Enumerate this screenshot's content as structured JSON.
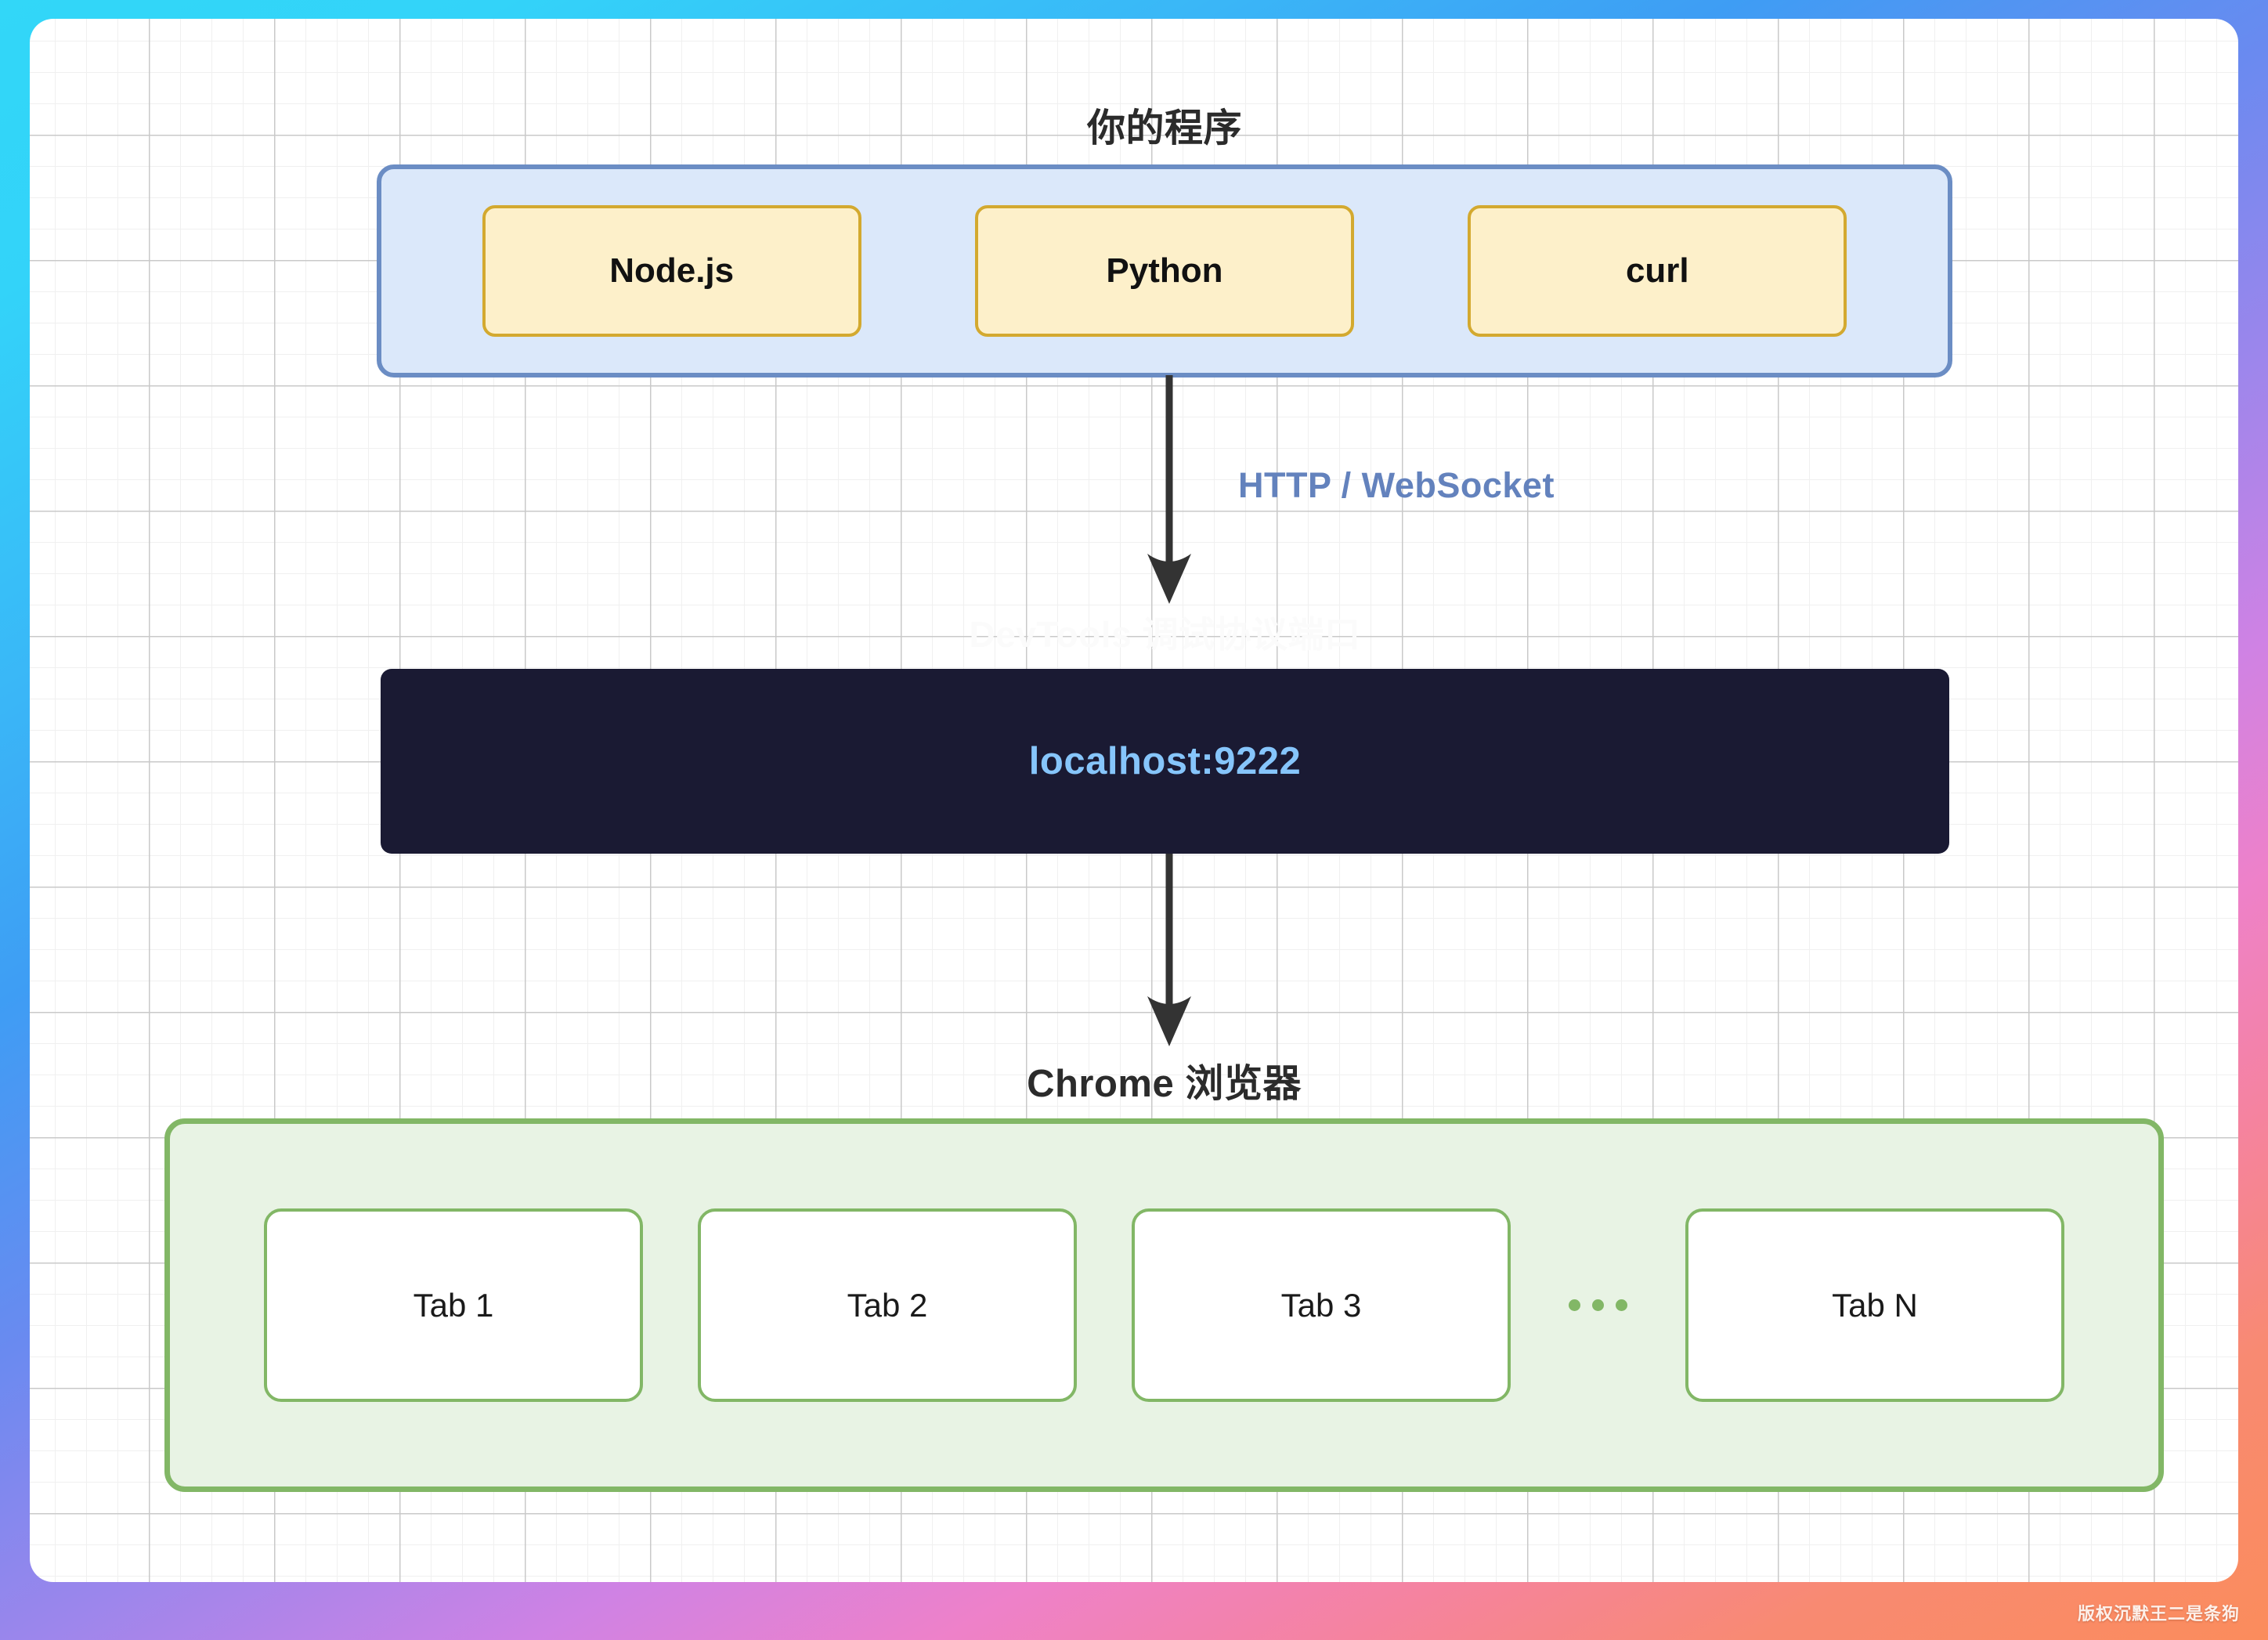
{
  "canvas": {
    "background_color": "#ffffff",
    "grid": "on",
    "frame_gradient": [
      "#32d7f8",
      "#3e9df4",
      "#9b86ec",
      "#ee81c9",
      "#fb8c5c"
    ]
  },
  "client_section": {
    "title": "你的程序",
    "container_fill": "#dbe8fa",
    "container_border": "#6b8dc4",
    "chip_fill": "#fdf0ca",
    "chip_border": "#d3a92f",
    "items": [
      {
        "label": "Node.js"
      },
      {
        "label": "Python"
      },
      {
        "label": "curl"
      }
    ]
  },
  "edges": [
    {
      "label": "HTTP / WebSocket",
      "color": "#6382bd",
      "from": "client_section",
      "to": "server_section"
    },
    {
      "label": "",
      "color": "#333333",
      "from": "server_section",
      "to": "browser_section"
    }
  ],
  "server_section": {
    "ghost_title": "DevTools 调试协议端口",
    "box_label": "localhost:9222",
    "box_fill": "#1a1a33",
    "label_color": "#86c5fb"
  },
  "browser_section": {
    "title": "Chrome 浏览器",
    "container_fill": "#e8f3e4",
    "container_border": "#82b766",
    "tab_fill": "#ffffff",
    "tabs": [
      {
        "label": "Tab 1"
      },
      {
        "label": "Tab 2"
      },
      {
        "label": "Tab 3"
      },
      {
        "label": "Tab N"
      }
    ],
    "ellipsis": "···"
  },
  "watermark": {
    "text": "版权沉默王二是条狗"
  }
}
